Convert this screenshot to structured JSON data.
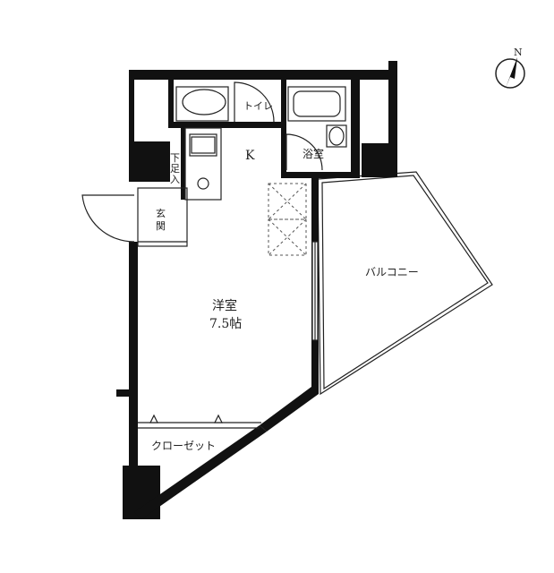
{
  "rooms": {
    "kitchen": "K",
    "toilet": "トイレ",
    "bath": "浴室",
    "shoe_box": "下足入",
    "entrance": "玄関",
    "western_room": "洋室",
    "western_room_size": "7.5帖",
    "balcony": "バルコニー",
    "closet": "クローゼット"
  },
  "compass": {
    "north_label": "N"
  }
}
